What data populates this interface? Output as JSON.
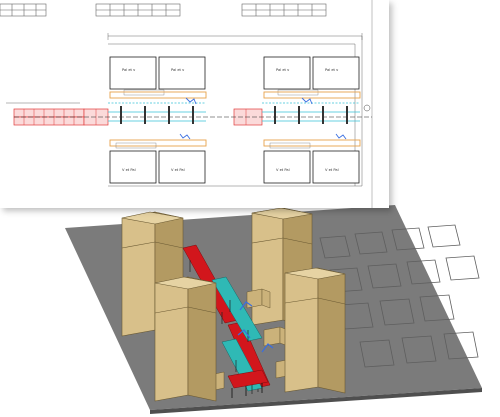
{
  "plan": {
    "labels": {
      "top_units": [
        "Pal et v",
        "Pal et v",
        "Pal et v",
        "Pal et v"
      ],
      "bottom_units": [
        "V et Pal",
        "V et Pal",
        "V et Pal",
        "V et Pal"
      ]
    }
  },
  "colors": {
    "paper": "#ffffff",
    "line": "#555555",
    "conveyor_red": "#e03a3a",
    "conveyor_cyan": "#39c3d8",
    "robot_blue": "#3a6ee0",
    "rack_orange": "#e8a24a",
    "floor": "#7b7b7b",
    "floor_edge": "#4f4f4f",
    "unit_face": "#d8c08a",
    "unit_side": "#b39a62",
    "unit_top": "#e6d3a3",
    "red_3d": "#d2161c",
    "teal_3d": "#2fb9b5",
    "frame": "#222222"
  }
}
